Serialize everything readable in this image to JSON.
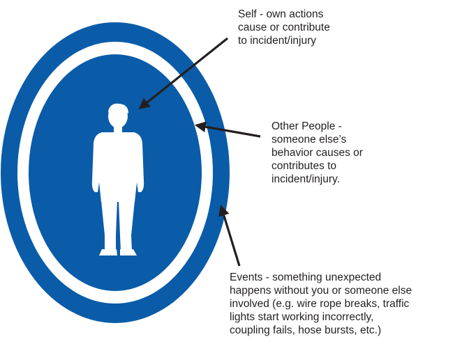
{
  "diagram": {
    "callouts": {
      "self": {
        "lines": [
          "Self - own actions",
          "cause or contribute",
          "to incident/injury"
        ]
      },
      "other_people": {
        "lines": [
          "Other People -",
          "someone else’s",
          "behavior causes or",
          "contributes to",
          "incident/injury."
        ]
      },
      "events": {
        "lines": [
          "Events - something unexpected",
          "happens without you or someone else",
          "involved (e.g. wire rope breaks, traffic",
          "lights start working incorrectly,",
          "coupling fails, hose bursts, etc.)"
        ]
      }
    },
    "colors": {
      "ring_blue": "#0a5ca8",
      "ring_white": "#ffffff",
      "figure": "#ffffff",
      "arrow": "#231f20",
      "text": "#231f20"
    }
  }
}
